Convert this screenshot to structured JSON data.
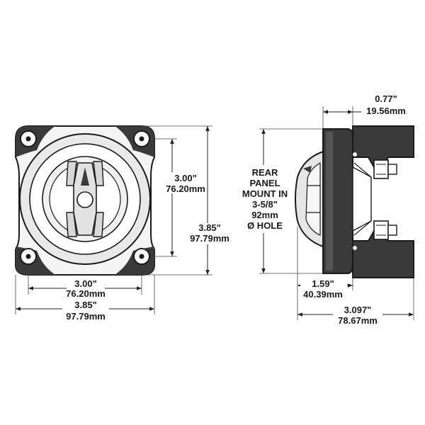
{
  "front_view": {
    "bolt_spacing_h": {
      "inch": "3.00\"",
      "mm": "76.20mm"
    },
    "bolt_spacing_v": {
      "inch": "3.00\"",
      "mm": "76.20mm"
    },
    "overall_width": {
      "inch": "3.85\"",
      "mm": "97.79mm"
    },
    "overall_height": {
      "inch": "3.85\"",
      "mm": "97.79mm"
    }
  },
  "side_view": {
    "rear_depth": {
      "inch": "0.77\"",
      "mm": "19.56mm"
    },
    "panel_note": [
      "REAR",
      "PANEL",
      "MOUNT IN",
      "3-5/8\"",
      "92mm",
      "Ø HOLE"
    ],
    "front_depth": {
      "inch": "1.59\"",
      "mm": "40.39mm"
    },
    "overall_depth": {
      "inch": "3.097\"",
      "mm": "78.67mm"
    }
  },
  "colors": {
    "line": "#1a1a1a",
    "body_fill": "#e6e6e6",
    "dark_fill": "#3a3a3a"
  }
}
